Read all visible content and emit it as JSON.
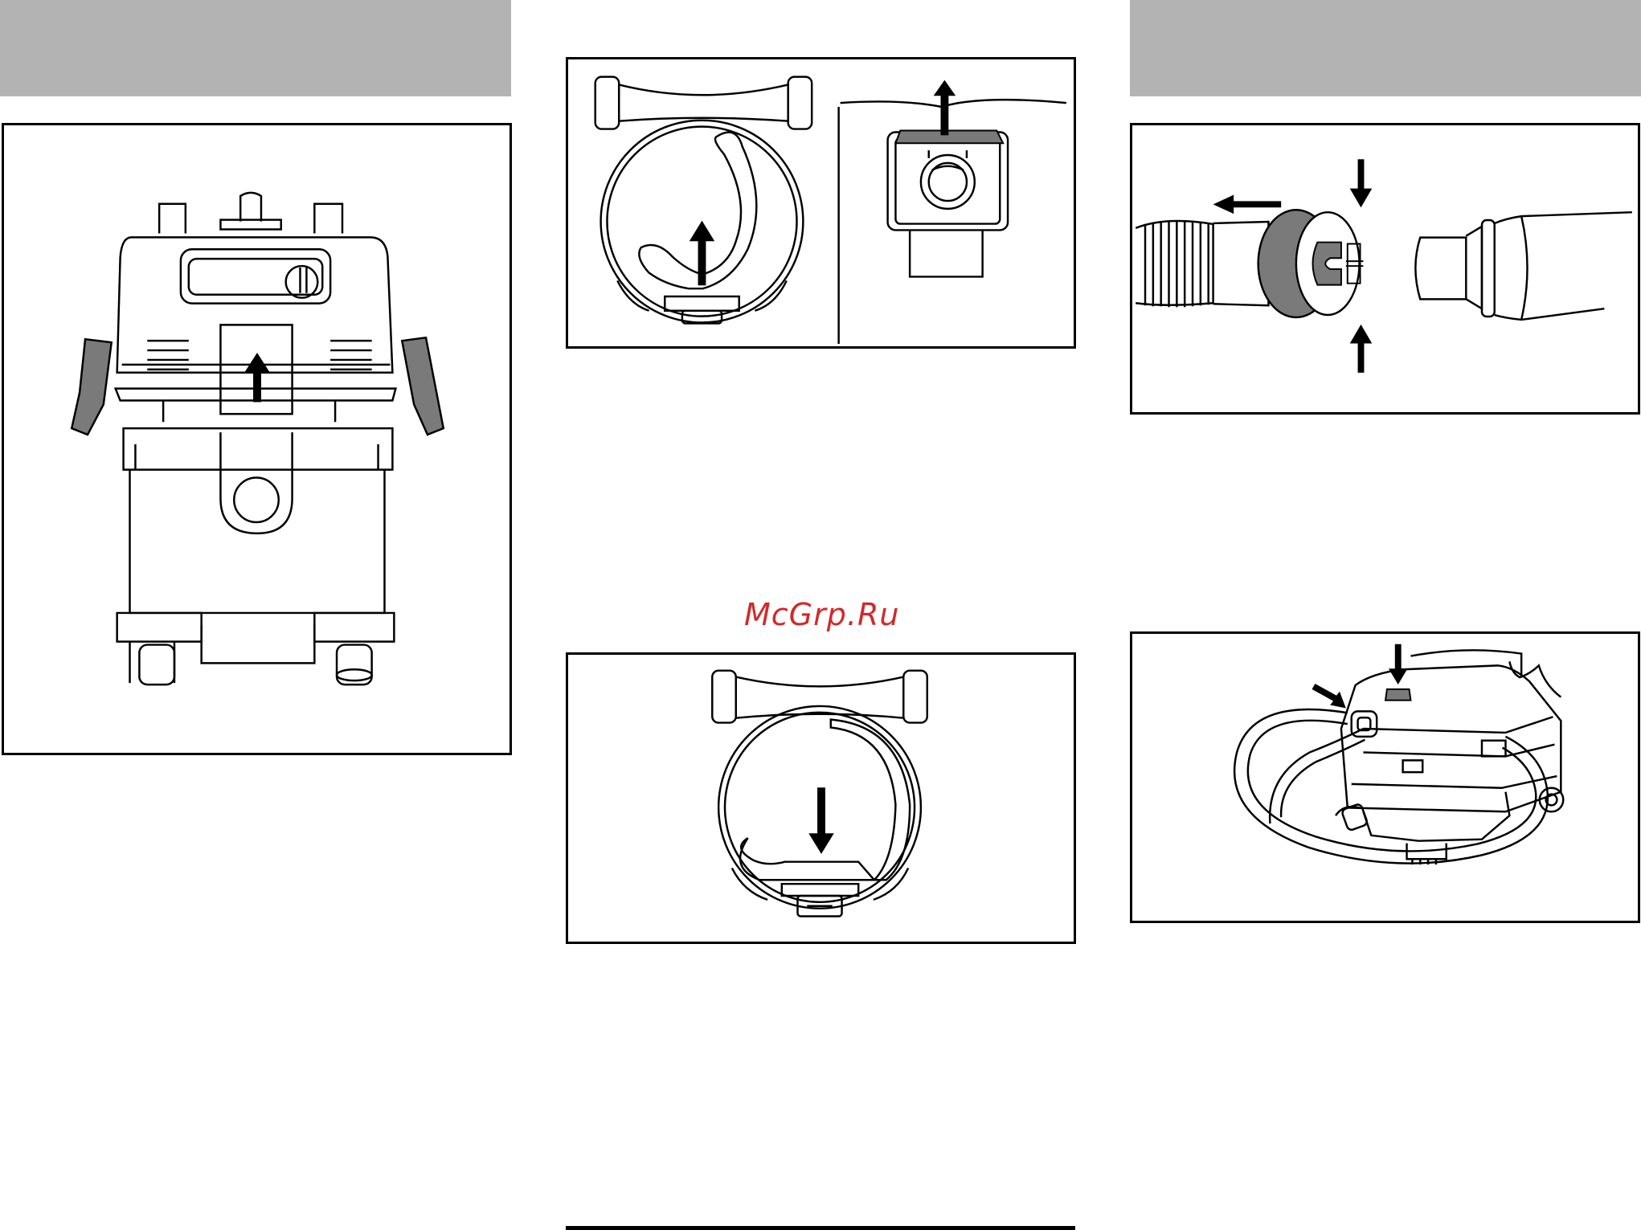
{
  "page": {
    "watermark": "McGrp.Ru",
    "colors": {
      "header_bar": "#b3b3b3",
      "line": "#000000",
      "accent_gray": "#7a7a7a",
      "watermark": "#d12a2a"
    }
  },
  "figures": [
    {
      "id": "vacuum-front",
      "icons": [
        "vacuum-cleaner-icon",
        "arrow-up-icon"
      ]
    },
    {
      "id": "filter-bag-remove",
      "icons": [
        "filter-cage-icon",
        "arrow-up-icon",
        "dust-bag-icon"
      ]
    },
    {
      "id": "hose-coupling",
      "icons": [
        "hose-icon",
        "arrow-left-icon",
        "arrow-down-icon",
        "arrow-up-icon"
      ]
    },
    {
      "id": "filter-bag-insert",
      "icons": [
        "filter-cage-icon",
        "arrow-down-icon"
      ]
    },
    {
      "id": "vacuum-hose-stored",
      "icons": [
        "vacuum-cleaner-icon",
        "hose-icon",
        "arrow-diagonal-icon",
        "arrow-down-icon"
      ]
    }
  ]
}
